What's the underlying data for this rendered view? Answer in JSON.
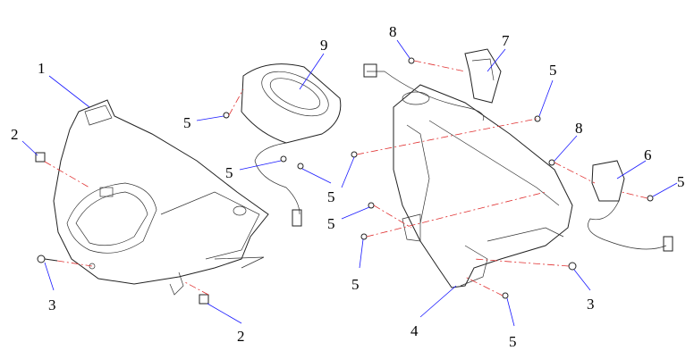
{
  "callouts": [
    {
      "id": "c1",
      "text": "1"
    },
    {
      "id": "c2a",
      "text": "2"
    },
    {
      "id": "c3a",
      "text": "3"
    },
    {
      "id": "c2b",
      "text": "2"
    },
    {
      "id": "c9",
      "text": "9"
    },
    {
      "id": "c5a",
      "text": "5"
    },
    {
      "id": "c5b",
      "text": "5"
    },
    {
      "id": "c5c",
      "text": "5"
    },
    {
      "id": "c8a",
      "text": "8"
    },
    {
      "id": "c7",
      "text": "7"
    },
    {
      "id": "c5d",
      "text": "5"
    },
    {
      "id": "c8b",
      "text": "8"
    },
    {
      "id": "c6",
      "text": "6"
    },
    {
      "id": "c5e",
      "text": "5"
    },
    {
      "id": "c5f",
      "text": "5"
    },
    {
      "id": "c5g",
      "text": "5"
    },
    {
      "id": "c3b",
      "text": "3"
    },
    {
      "id": "c4",
      "text": "4"
    },
    {
      "id": "c5h",
      "text": "5"
    }
  ],
  "colors": {
    "leader": "#1a1aff",
    "centerline": "#e03030",
    "outline": "#222222"
  }
}
